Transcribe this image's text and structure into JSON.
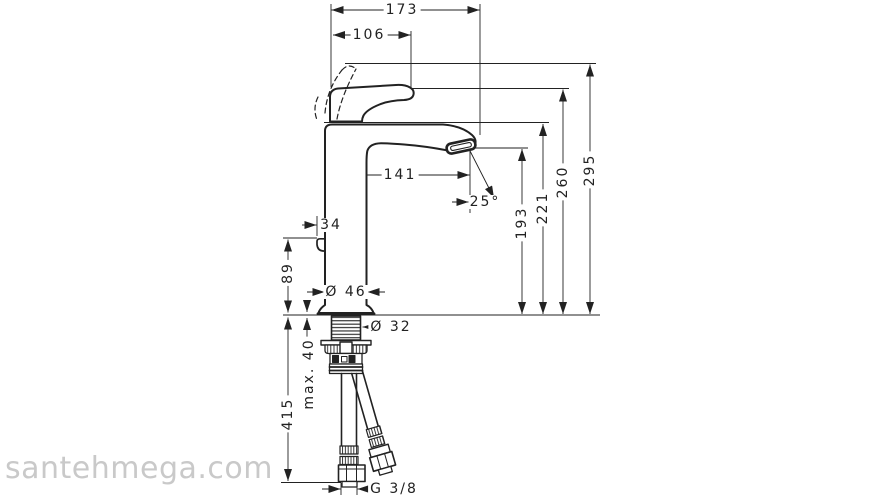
{
  "watermark": "santehmega.com",
  "drawing": {
    "dims": {
      "depth_total": "173",
      "depth_handle": "106",
      "spout_reach": "141",
      "spray_angle": "25°",
      "rear_offset": "34",
      "pull_rod_height": "89",
      "body_diameter": "Ø 46",
      "shank_diameter": "Ø 32",
      "max_mounting_thickness": "max. 40",
      "hose_length": "415",
      "connection_thread": "G 3/8",
      "height_outlet": "193",
      "height_body_top": "221",
      "height_handle": "260",
      "height_handle_raised": "295"
    },
    "colors": {
      "line": "#222222",
      "watermark": "#c9c9c9",
      "background": "#ffffff"
    }
  }
}
